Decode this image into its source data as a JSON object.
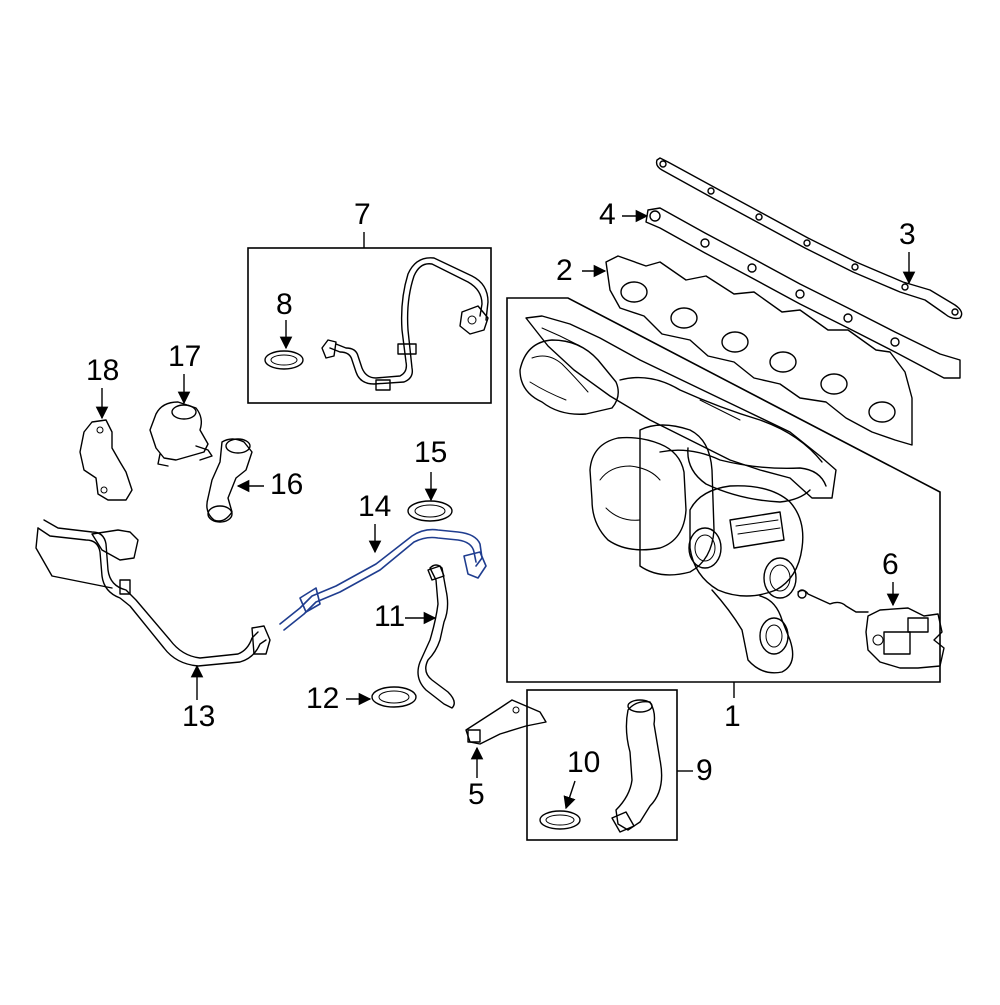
{
  "diagram": {
    "highlight_color": "#1f3d8f",
    "callouts": [
      {
        "id": "c1",
        "label": "1"
      },
      {
        "id": "c2",
        "label": "2"
      },
      {
        "id": "c3",
        "label": "3"
      },
      {
        "id": "c4",
        "label": "4"
      },
      {
        "id": "c5",
        "label": "5"
      },
      {
        "id": "c6",
        "label": "6"
      },
      {
        "id": "c7",
        "label": "7"
      },
      {
        "id": "c8",
        "label": "8"
      },
      {
        "id": "c9",
        "label": "9"
      },
      {
        "id": "c10",
        "label": "10"
      },
      {
        "id": "c11",
        "label": "11"
      },
      {
        "id": "c12",
        "label": "12"
      },
      {
        "id": "c13",
        "label": "13"
      },
      {
        "id": "c14",
        "label": "14"
      },
      {
        "id": "c15",
        "label": "15"
      },
      {
        "id": "c16",
        "label": "16"
      },
      {
        "id": "c17",
        "label": "17"
      },
      {
        "id": "c18",
        "label": "18"
      }
    ]
  }
}
